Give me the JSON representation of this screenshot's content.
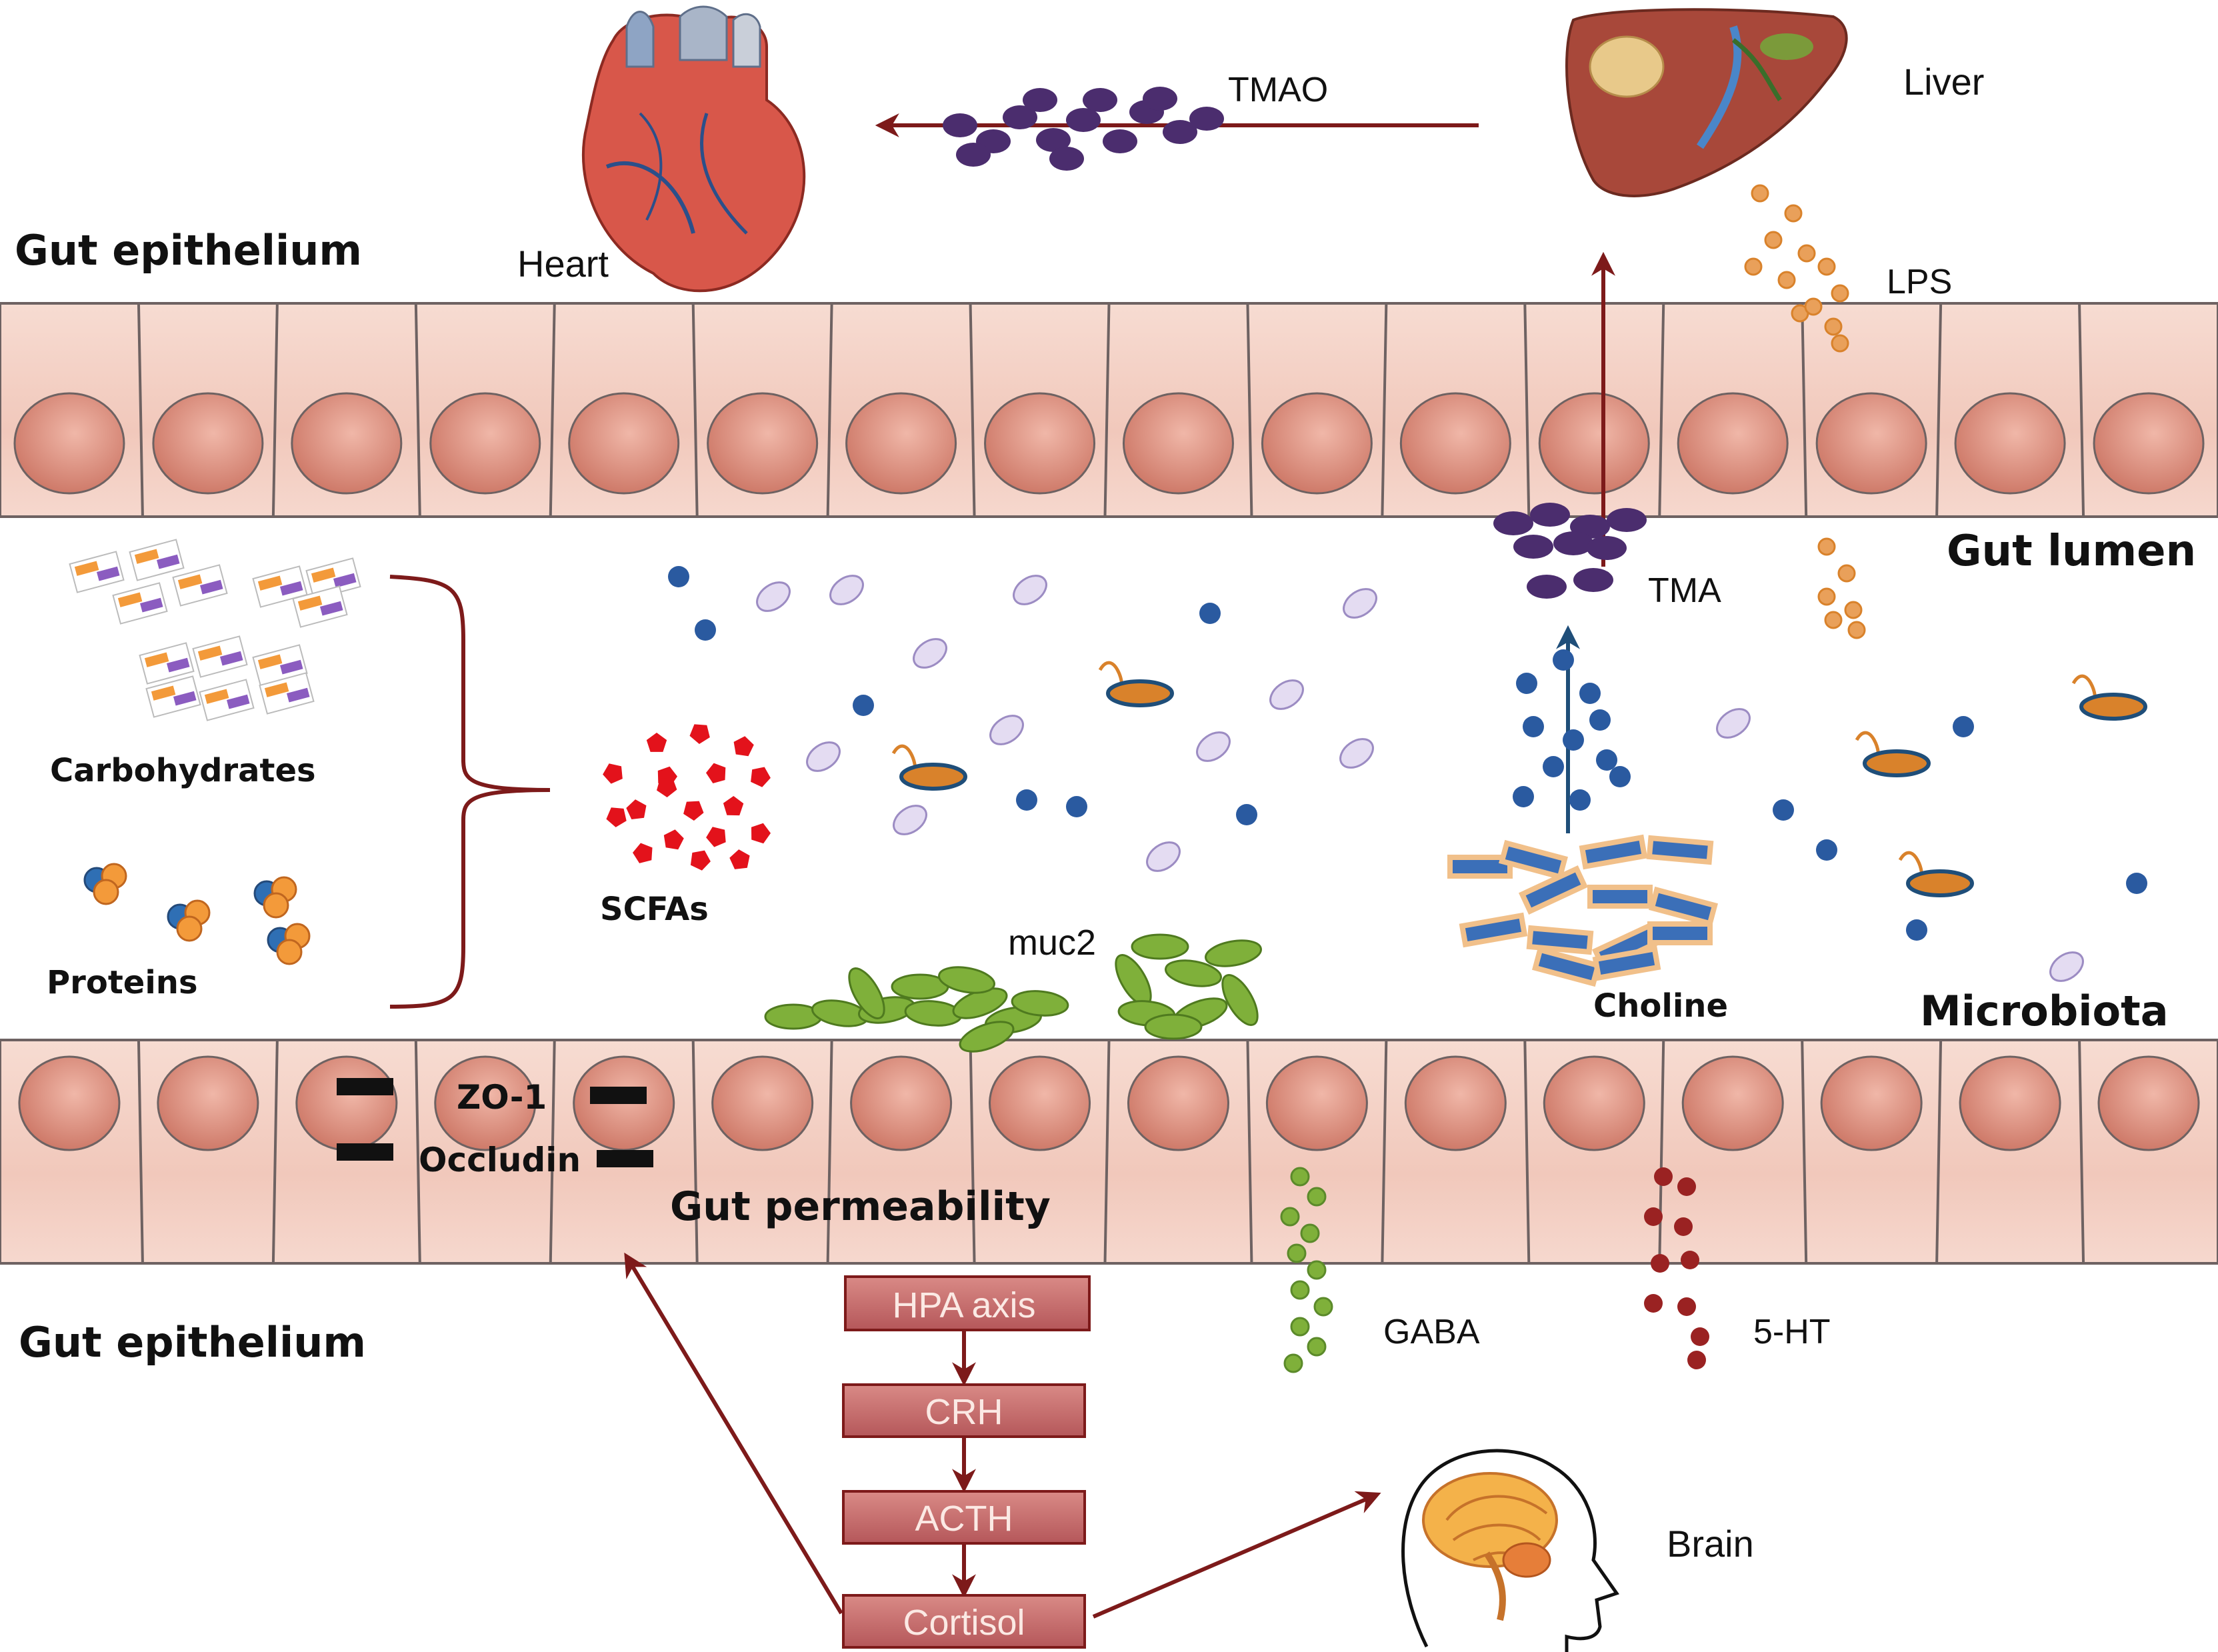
{
  "labels": {
    "gut_epithelium_top": "Gut epithelium",
    "gut_epithelium_bottom": "Gut epithelium",
    "heart": "Heart",
    "liver": "Liver",
    "tmao": "TMAO",
    "lps": "LPS",
    "gut_lumen": "Gut lumen",
    "tma": "TMA",
    "carbohydrates": "Carbohydrates",
    "proteins": "Proteins",
    "scfas": "SCFAs",
    "muc2": "muc2",
    "choline": "Choline",
    "microbiota": "Microbiota",
    "zo1": "ZO-1",
    "occludin": "Occludin",
    "gut_permeability": "Gut permeability",
    "gaba": "GABA",
    "serotonin": "5-HT",
    "brain": "Brain"
  },
  "hpa_cascade": [
    "HPA axis",
    "CRH",
    "ACTH",
    "Cortisol"
  ],
  "colors": {
    "cell_fill": "#f4d3c8",
    "cell_border": "#6e6262",
    "nucleus": "#d9897a",
    "arrow_red": "#7d1a1a",
    "arrow_blue": "#1f4e79",
    "tmao_purple": "#4b2d6e",
    "lps_orange": "#d9822b",
    "scfa_red": "#e3121b",
    "bacteria_blue": "#2a5aa0",
    "bacteria_lilac": "#e4dcf2",
    "muc2_green": "#7fb03a",
    "gaba_green": "#5b8a2a",
    "ht_red": "#9a2222",
    "hpa_box": "#c46b6b"
  }
}
